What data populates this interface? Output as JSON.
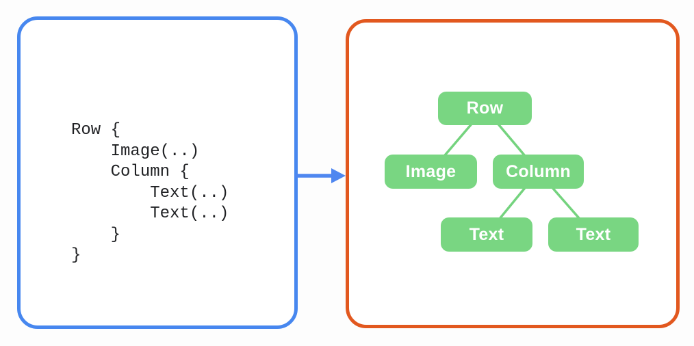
{
  "colors": {
    "panel_blue": "#4787EF",
    "panel_orange": "#E2581F",
    "node_green": "#79D682",
    "edge_green": "#74D37E",
    "arrow_blue": "#4F87F0",
    "code_text": "#1F2023"
  },
  "code_panel": {
    "lines": [
      "Row {",
      "    Image(..)",
      "    Column {",
      "        Text(..)",
      "        Text(..)",
      "    }",
      "}"
    ]
  },
  "tree_panel": {
    "nodes": [
      {
        "id": "row",
        "label": "Row"
      },
      {
        "id": "image",
        "label": "Image"
      },
      {
        "id": "column",
        "label": "Column"
      },
      {
        "id": "text1",
        "label": "Text"
      },
      {
        "id": "text2",
        "label": "Text"
      }
    ],
    "edges": [
      [
        "row",
        "image"
      ],
      [
        "row",
        "column"
      ],
      [
        "column",
        "text1"
      ],
      [
        "column",
        "text2"
      ]
    ]
  }
}
